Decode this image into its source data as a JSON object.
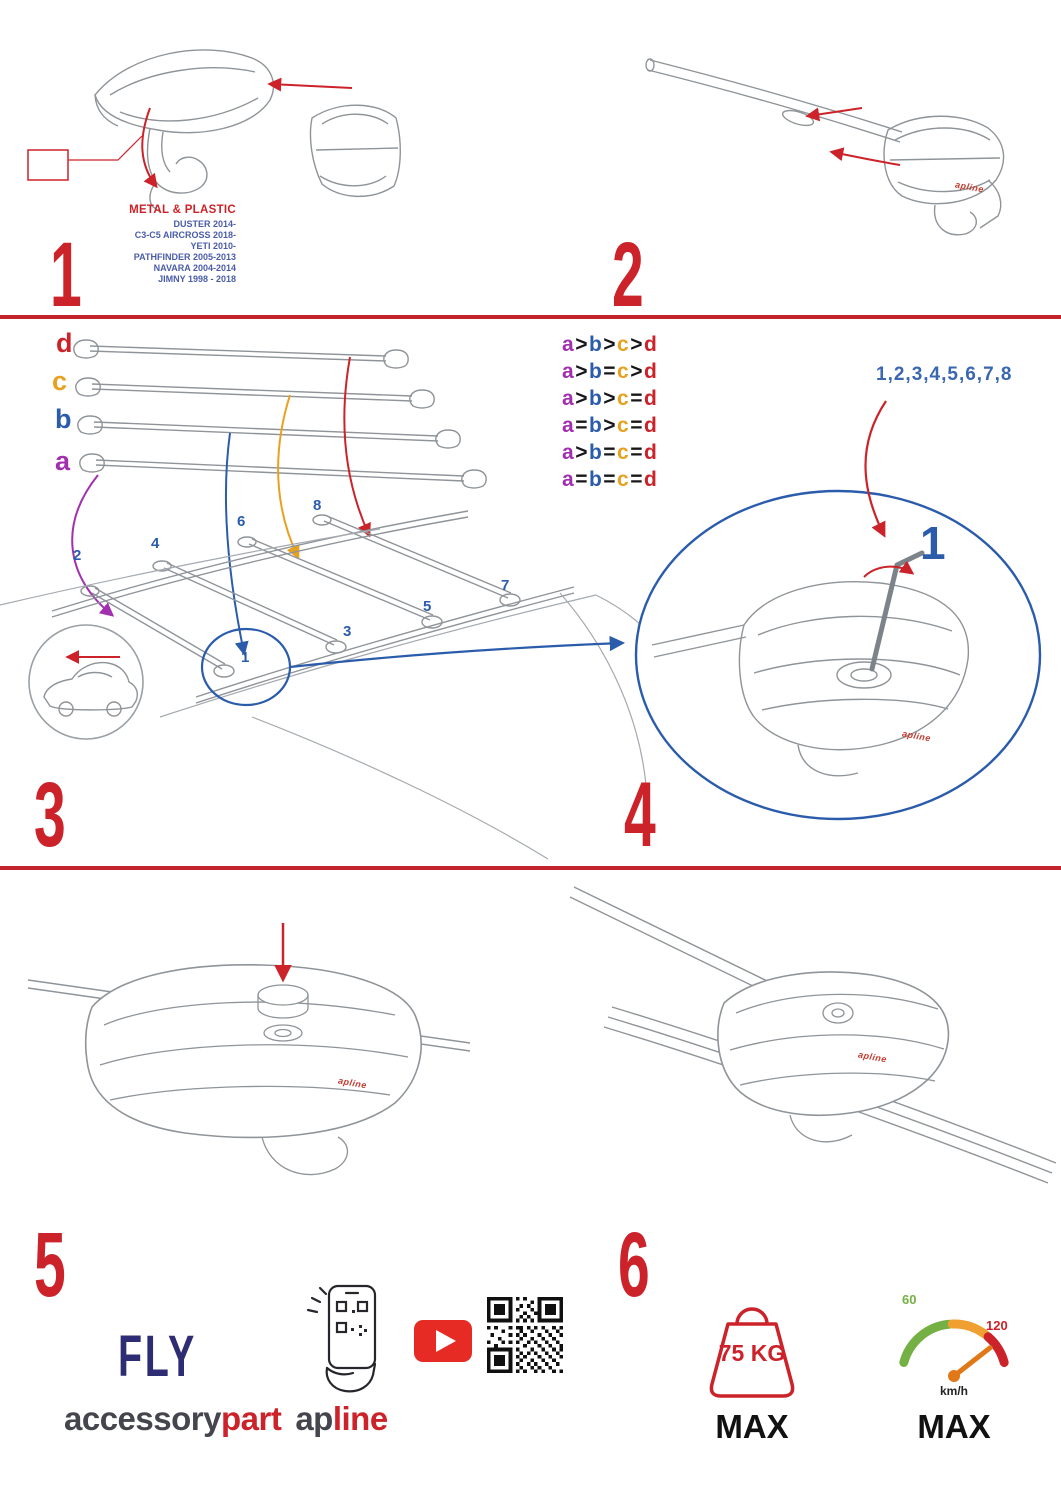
{
  "colors": {
    "red": "#cc2229",
    "blue": "#2b5cac",
    "purple": "#a12fae",
    "orange": "#e8a11f",
    "navy": "#2e2c72",
    "green": "#74b043"
  },
  "step_numbers": [
    "1",
    "2",
    "3",
    "4",
    "5",
    "6"
  ],
  "step1": {
    "material": "METAL & PLASTIC",
    "models": [
      "DUSTER 2014-",
      "C3-C5 AIRCROSS 2018-",
      "YETI 2010-",
      "PATHFINDER 2005-2013",
      "NAVARA 2004-2014",
      "JIMNY 1998 - 2018"
    ]
  },
  "step3": {
    "bar_labels": [
      "d",
      "c",
      "b",
      "a"
    ],
    "positions": [
      "1",
      "2",
      "3",
      "4",
      "5",
      "6",
      "7",
      "8"
    ],
    "formulas": [
      {
        "parts": [
          "a",
          ">",
          "b",
          ">",
          "c",
          ">",
          "d"
        ]
      },
      {
        "parts": [
          "a",
          ">",
          "b",
          "=",
          "c",
          ">",
          "d"
        ]
      },
      {
        "parts": [
          "a",
          ">",
          "b",
          ">",
          "c",
          "=",
          "d"
        ]
      },
      {
        "parts": [
          "a",
          "=",
          "b",
          ">",
          "c",
          "=",
          "d"
        ]
      },
      {
        "parts": [
          "a",
          ">",
          "b",
          "=",
          "c",
          "=",
          "d"
        ]
      },
      {
        "parts": [
          "a",
          "=",
          "b",
          "=",
          "c",
          "=",
          "d"
        ]
      }
    ]
  },
  "step4": {
    "sequence": "1,2,3,4,5,6,7,8",
    "tool_number": "1"
  },
  "brand": {
    "product": "FLY",
    "word1_dark": "accessory",
    "word1_red": "part",
    "word2_dark": "ap",
    "word2_red": "line",
    "foot_logo": "apline"
  },
  "limits": {
    "weight": "75 KG",
    "weight_max": "MAX",
    "speed_low": "60",
    "speed_high": "120",
    "speed_unit": "km/h",
    "speed_max": "MAX"
  }
}
